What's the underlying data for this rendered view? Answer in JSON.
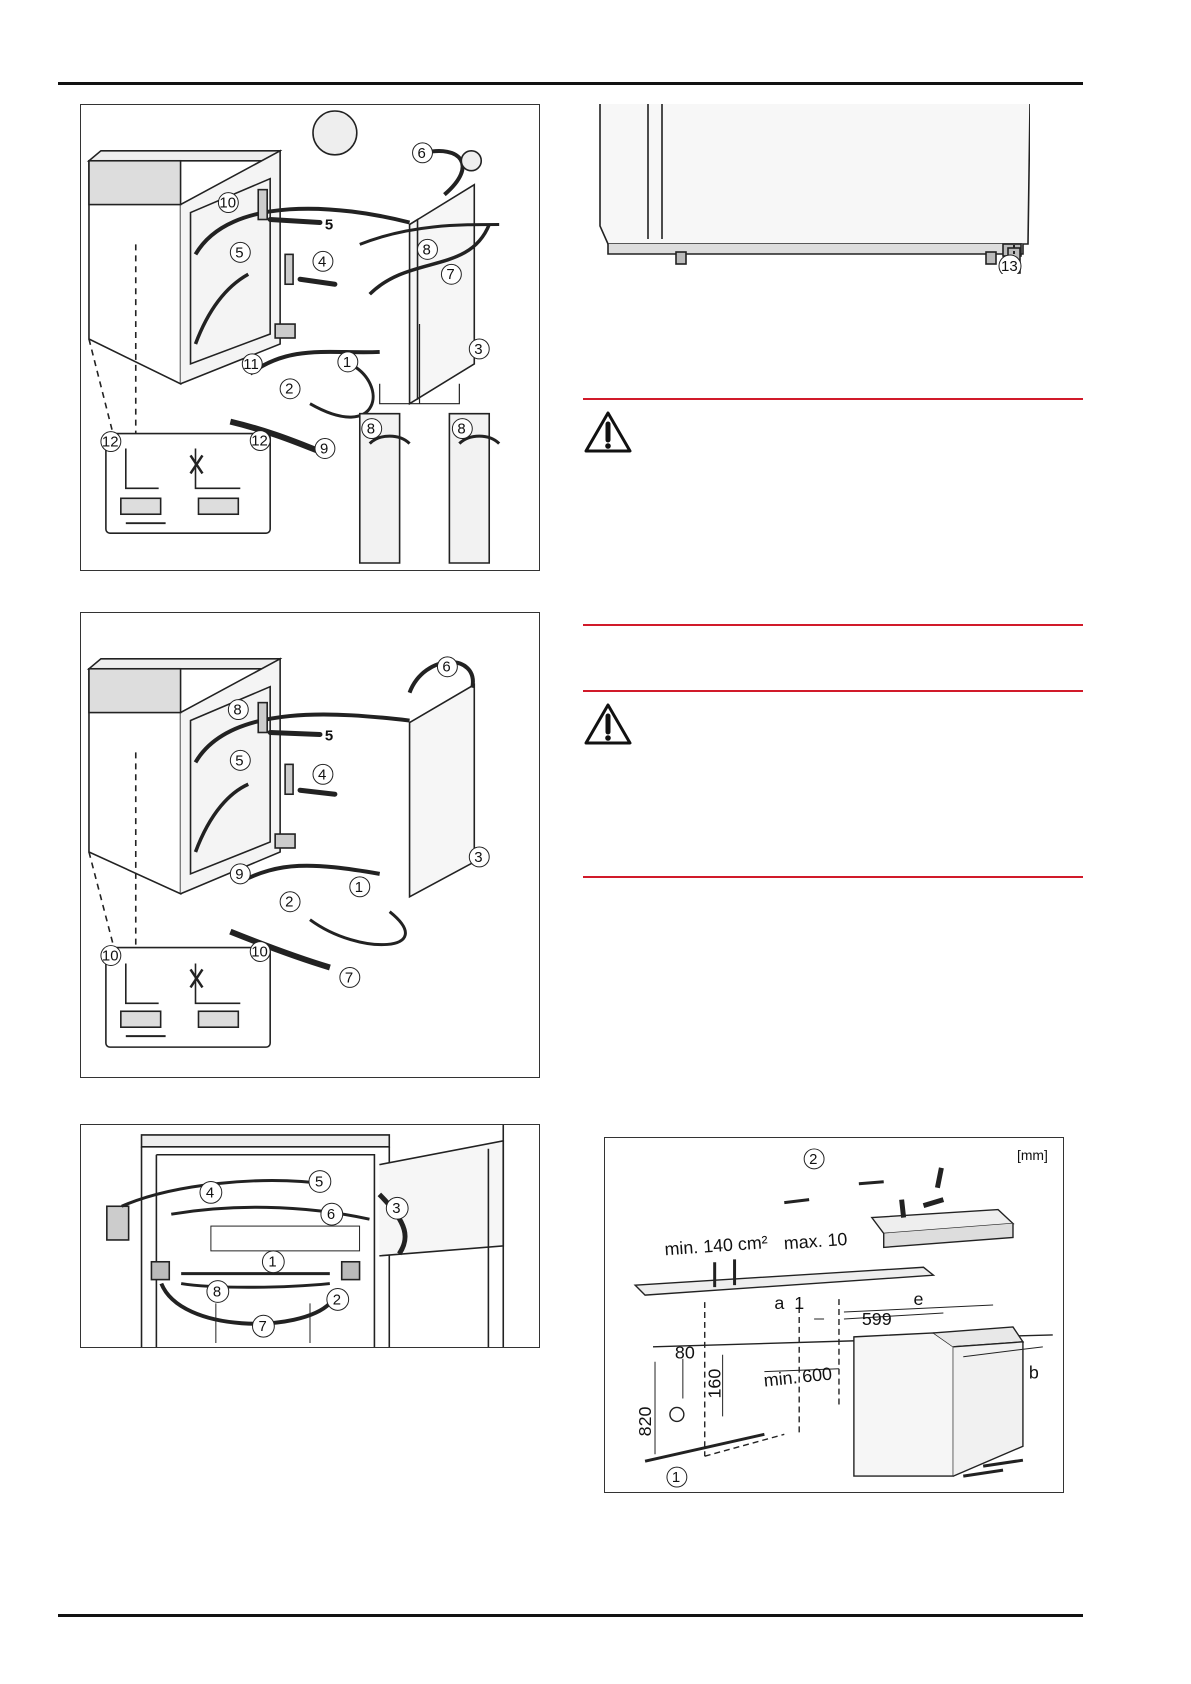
{
  "figures": {
    "door_reversal_1": {
      "callouts": [
        "1",
        "2",
        "3",
        "4",
        "5",
        "6",
        "7",
        "8",
        "8",
        "8",
        "9",
        "10",
        "11",
        "12",
        "12"
      ],
      "tool_size": "5"
    },
    "leveling_foot": {
      "callouts": [
        "13"
      ]
    },
    "door_reversal_2": {
      "callouts": [
        "1",
        "2",
        "3",
        "4",
        "5",
        "6",
        "7",
        "8",
        "9",
        "10",
        "10"
      ],
      "tool_size": "5"
    },
    "door_hinge_inside": {
      "callouts": [
        "1",
        "2",
        "3",
        "4",
        "5",
        "6",
        "7",
        "8"
      ]
    },
    "installation_dimensions": {
      "unit": "[mm]",
      "labels": {
        "vent": "min. 140 cm²",
        "gap": "max. 10",
        "dim_a": "a",
        "dim_a1": "1",
        "dim_e": "e",
        "dim_599": "599",
        "dim_b": "b",
        "dim_80": "80",
        "dim_160": "160",
        "dim_820": "820",
        "dim_min600": "min. 600"
      },
      "callouts": [
        "1",
        "2"
      ]
    }
  },
  "colors": {
    "rule": "#111111",
    "warning_rule": "#d11a2a"
  },
  "icons": [
    "warning-triangle-icon",
    "warning-triangle-icon"
  ]
}
